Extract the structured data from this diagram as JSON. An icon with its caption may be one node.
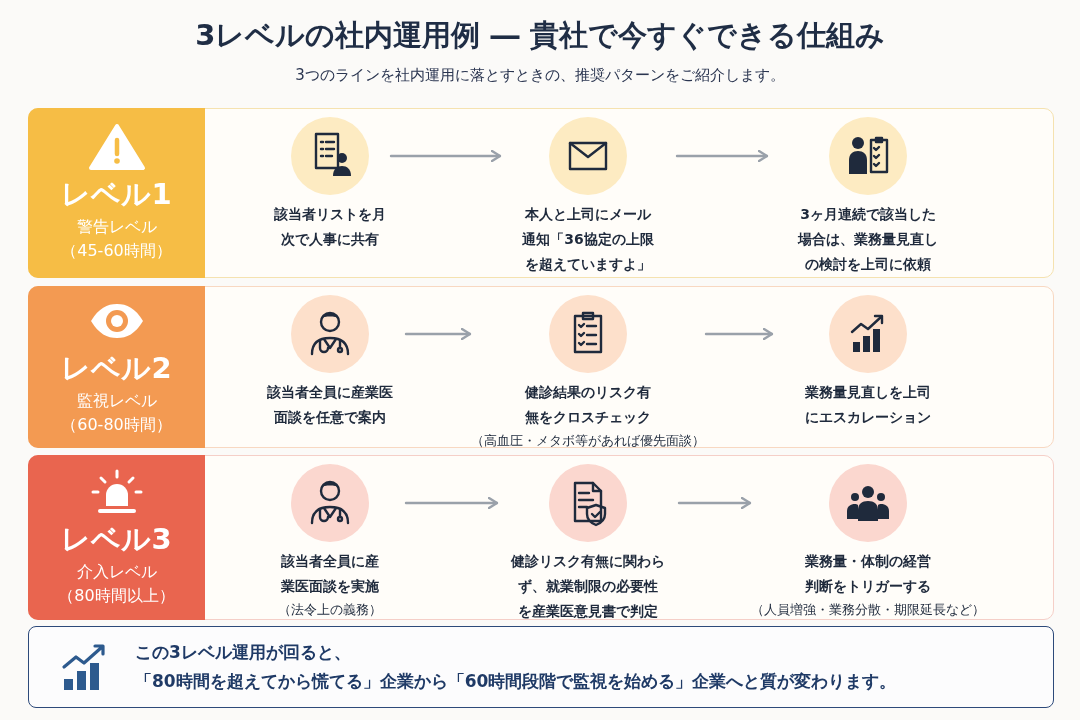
{
  "diagram": {
    "title": "3レベルの社内運用例 ― 貴社で今すぐできる仕組み",
    "nodes": [
      {
        "text": [
          "レベル1",
          "警告レベル",
          "（45-60時間）"
        ]
      },
      {
        "text": [
          "該当者リストを月次で人事に共有"
        ]
      },
      {
        "text": [
          "本人と上司にメール通知「36協定の上限を超えていますよ」"
        ]
      },
      {
        "text": [
          "3ヶ月連続で該当した場合は、業務量見直しの検討を上司に依頼"
        ]
      },
      {
        "text": [
          "レベル2",
          "監視レベル",
          "（60-80時間）"
        ]
      },
      {
        "text": [
          "該当者全員に産業医面談を任意で案内"
        ]
      },
      {
        "text": [
          "健診結果のリスク有無をクロスチェック",
          "（高血圧・メタボ等があれば優先面談）"
        ]
      },
      {
        "text": [
          "業務量見直しを上司にエスカレーション"
        ]
      },
      {
        "text": [
          "レベル3",
          "介入レベル",
          "（80時間以上）"
        ]
      },
      {
        "text": [
          "該当者全員に産業医面談を実施",
          "（法令上の義務）"
        ]
      },
      {
        "text": [
          "健診リスク有無に関わらず、就業制限の必要性を産業医意見書で判定"
        ]
      },
      {
        "text": [
          "業務量・体制の経営判断をトリガーする",
          "（人員増強・業務分散・期限延長など）"
        ]
      },
      {
        "text": [
          "この3レベル運用が回ると、",
          "「80時間を超えてから慌てる」企業から「60時間段階で監視を始める」企業へと質が変わります。"
        ]
      }
    ],
    "edges": [
      {
        "from": 1,
        "to": 2,
        "arrow": "to"
      },
      {
        "from": 2,
        "to": 3,
        "arrow": "to"
      },
      {
        "from": 5,
        "to": 6,
        "arrow": "to"
      },
      {
        "from": 6,
        "to": 7,
        "arrow": "to"
      },
      {
        "from": 9,
        "to": 10,
        "arrow": "to"
      },
      {
        "from": 10,
        "to": 11,
        "arrow": "to"
      }
    ],
    "labels": [
      "3つのラインを社内運用に落とすときの、推奨パターンをご紹介します。"
    ]
  }
}
